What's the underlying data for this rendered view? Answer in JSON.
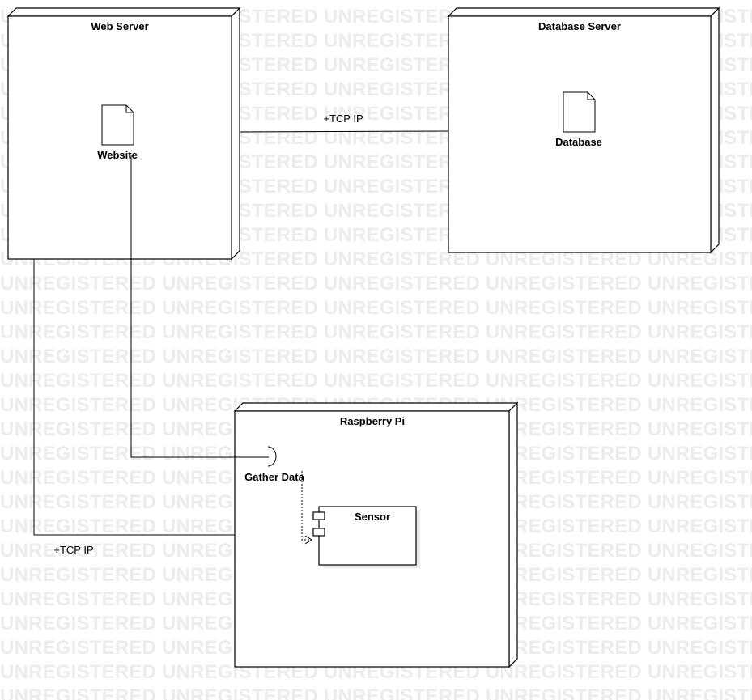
{
  "watermark_text": "UNREGISTERED",
  "nodes": {
    "web_server": {
      "title": "Web Server",
      "artifact": "Website"
    },
    "database_server": {
      "title": "Database Server",
      "artifact": "Database"
    },
    "raspberry_pi": {
      "title": "Raspberry Pi",
      "interface": "Gather Data",
      "component": "Sensor"
    }
  },
  "connections": {
    "web_to_db": "+TCP IP",
    "web_to_pi": "+TCP IP"
  }
}
